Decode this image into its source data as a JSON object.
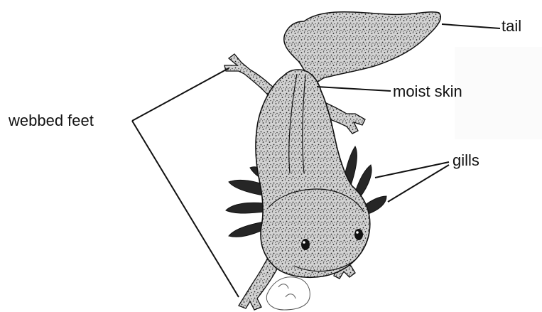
{
  "diagram": {
    "labels": {
      "tail": "tail",
      "moist_skin": "moist skin",
      "gills": "gills",
      "webbed_feet": "webbed feet"
    },
    "colors": {
      "ink": "#111111",
      "body_fill": "#d2d2d2",
      "gill_fill": "#262626",
      "background": "#ffffff"
    }
  }
}
